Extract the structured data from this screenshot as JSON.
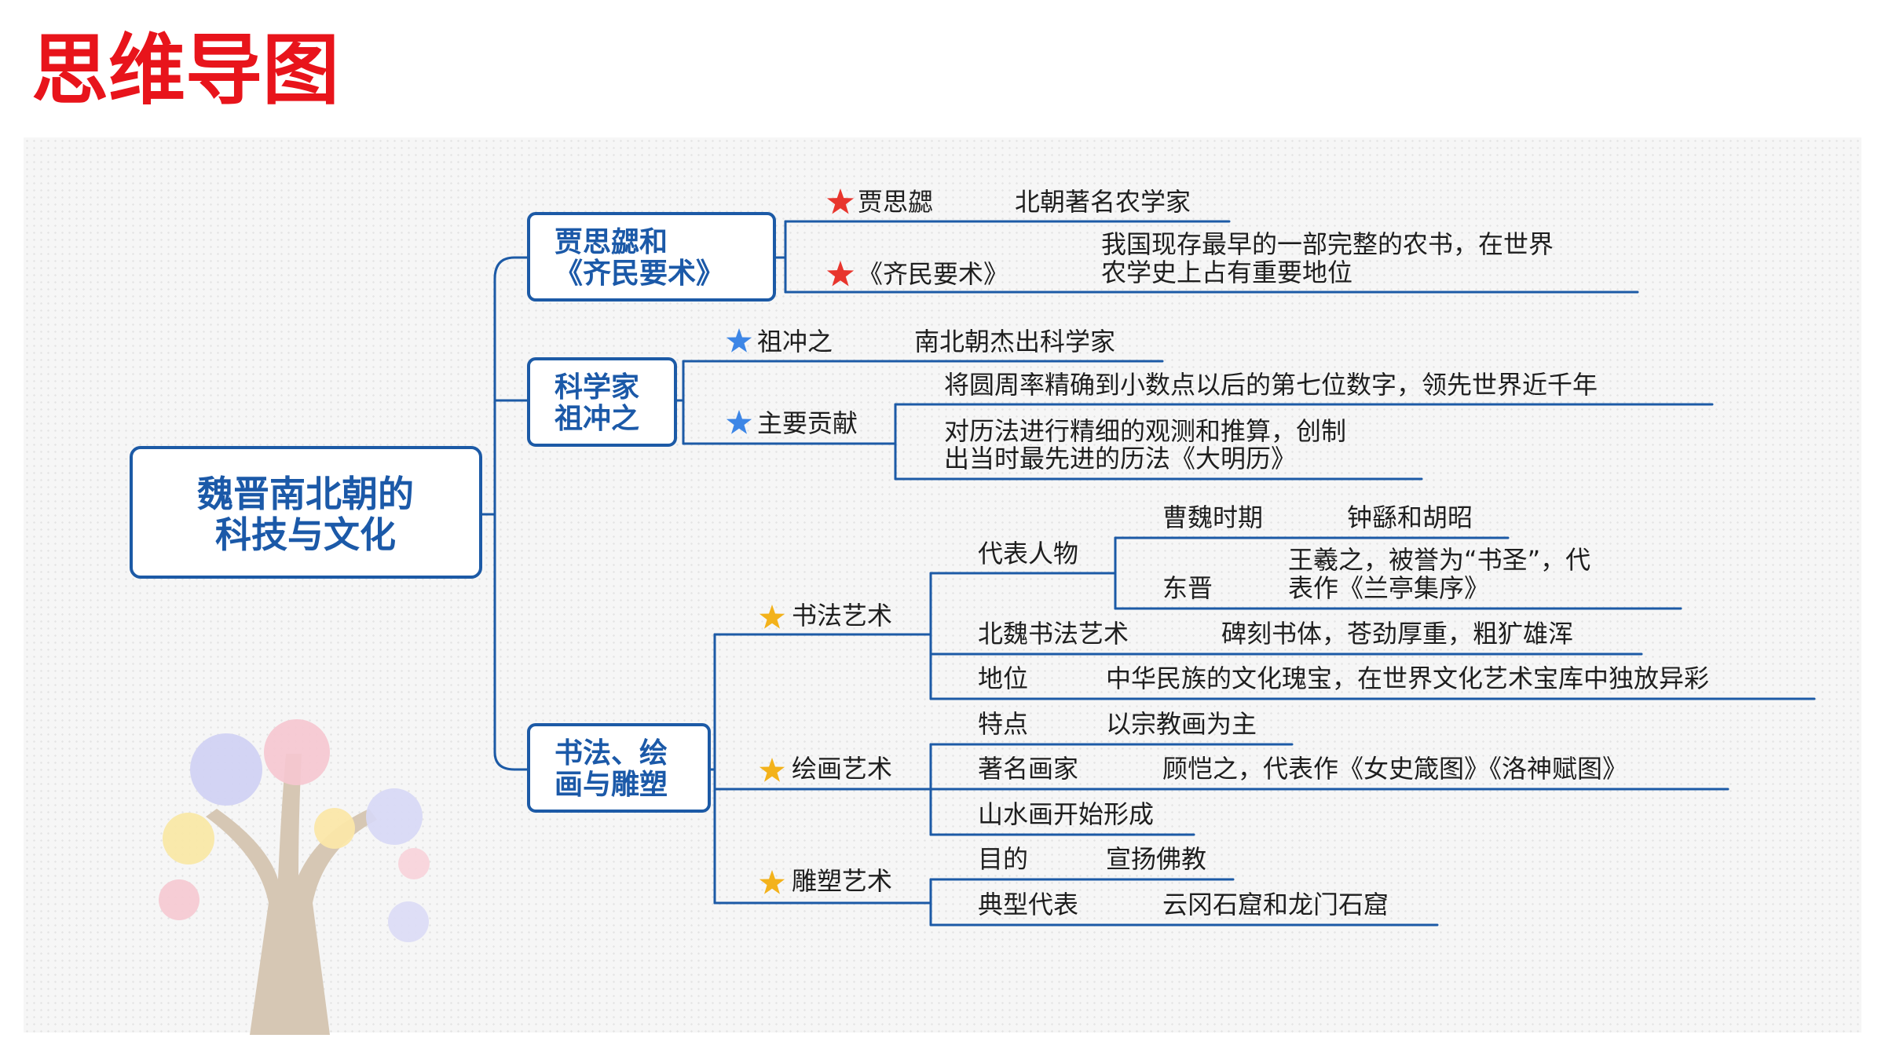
{
  "page_title": "思维导图",
  "colors": {
    "title": "#e8141b",
    "line": "#1c5aa6",
    "star_red": "#e8352d",
    "star_blue": "#3d86e6",
    "star_gold": "#f3b21b"
  },
  "root": {
    "line1": "魏晋南北朝的",
    "line2": "科技与文化"
  },
  "branch1": {
    "line1": "贾思勰和",
    "line2": "《齐民要术》",
    "item1": {
      "label": "贾思勰",
      "value": "北朝著名农学家"
    },
    "item2": {
      "label": "《齐民要术》",
      "value_line1": "我国现存最早的一部完整的农书，在世界",
      "value_line2": "农学史上占有重要地位"
    }
  },
  "branch2": {
    "line1": "科学家",
    "line2": "祖冲之",
    "item1": {
      "label": "祖冲之",
      "value": "南北朝杰出科学家"
    },
    "item2": {
      "label": "主要贡献",
      "value1": "将圆周率精确到小数点以后的第七位数字，领先世界近千年",
      "value2_line1": "对历法进行精细的观测和推算，创制",
      "value2_line2": "出当时最先进的历法《大明历》"
    }
  },
  "branch3": {
    "line1": "书法、绘",
    "line2": "画与雕塑",
    "calligraphy": {
      "label": "书法艺术",
      "figures_label": "代表人物",
      "cao_wei": {
        "label": "曹魏时期",
        "value": "钟繇和胡昭"
      },
      "dong_jin": {
        "label": "东晋",
        "value_line1": "王羲之，被誉为“书圣”，代",
        "value_line2": "表作《兰亭集序》"
      },
      "bei_wei": {
        "label": "北魏书法艺术",
        "value": "碑刻书体，苍劲厚重，粗犷雄浑"
      },
      "status": {
        "label": "地位",
        "value": "中华民族的文化瑰宝，在世界文化艺术宝库中独放异彩"
      }
    },
    "painting": {
      "label": "绘画艺术",
      "feature": {
        "label": "特点",
        "value": "以宗教画为主"
      },
      "painter": {
        "label": "著名画家",
        "value": "顾恺之，代表作《女史箴图》《洛神赋图》"
      },
      "landscape": {
        "label": "山水画开始形成"
      }
    },
    "sculpture": {
      "label": "雕塑艺术",
      "purpose": {
        "label": "目的",
        "value": "宣扬佛教"
      },
      "typical": {
        "label": "典型代表",
        "value": "云冈石窟和龙门石窟"
      }
    }
  }
}
